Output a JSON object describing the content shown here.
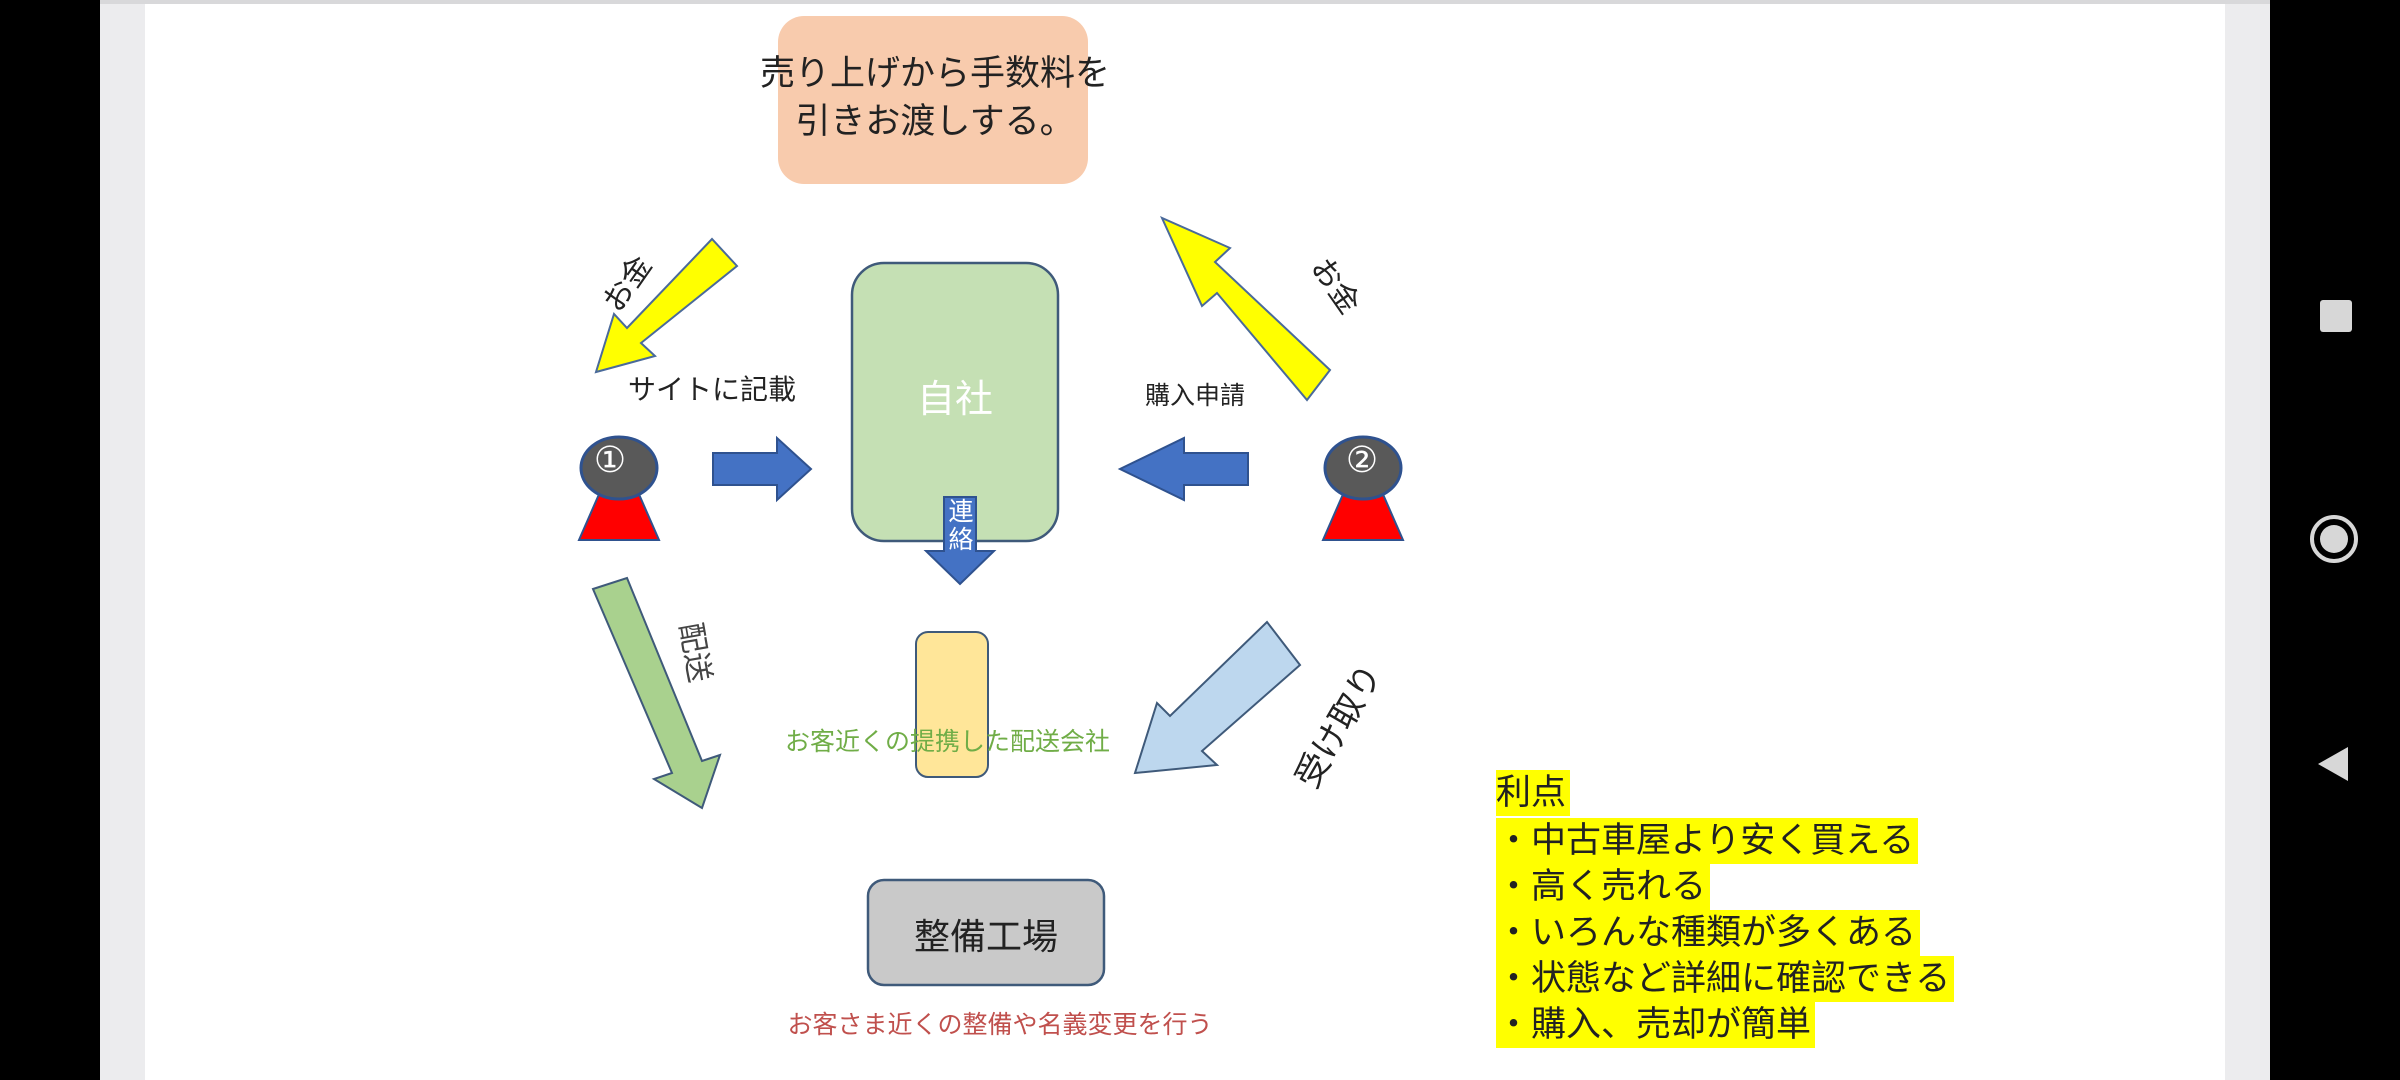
{
  "diagram": {
    "fee_box": "売り上げから手数料を引きお渡しする。",
    "company": "自社",
    "site_listing": "サイトに記載",
    "purchase_request": "購入申請",
    "money_left": "お金",
    "money_right": "お金",
    "seller_number": "①",
    "buyer_number": "②",
    "contact": "連絡",
    "delivery_arrow": "配送",
    "receive_arrow": "受け取り",
    "delivery_company": "お客近くの提携した配送会社",
    "garage": "整備工場",
    "garage_note": "お客さま近くの整備や名義変更を行う"
  },
  "benefits": {
    "title": "利点",
    "items": [
      "・中古車屋より安く買える",
      "・高く売れる",
      "・いろんな種類が多くある",
      "・状態など詳細に確認できる",
      "・購入、売却が簡単"
    ]
  },
  "colors": {
    "fee_box": "#f8cbad",
    "company": "#c5e0b4",
    "money_arrow": "#ffff00",
    "blue_arrow": "#4472c4",
    "delivery_arrow": "#a9d18e",
    "receive_arrow": "#bdd7ee",
    "delivery_box": "#ffe699",
    "garage": "#c9c9c9",
    "person_head": "#595959",
    "person_body": "#ff0000",
    "highlight": "#ffff00"
  },
  "navigation": {
    "recents_icon": "square-icon",
    "home_icon": "circle-icon",
    "back_icon": "triangle-back-icon"
  }
}
